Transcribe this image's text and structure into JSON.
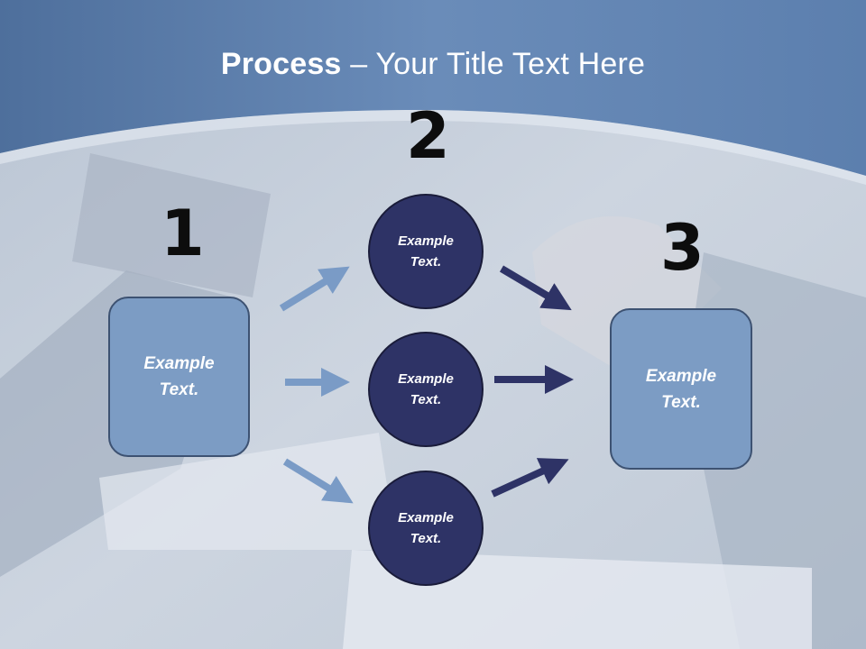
{
  "slide": {
    "title_bold": "Process",
    "title_rest": " – Your Title Text Here"
  },
  "steps": {
    "one": "1",
    "two": "2",
    "three": "3"
  },
  "nodes": {
    "left_box": [
      "Example",
      "Text."
    ],
    "circle_top": [
      "Example",
      "Text."
    ],
    "circle_middle": [
      "Example",
      "Text."
    ],
    "circle_bottom": [
      "Example",
      "Text."
    ],
    "right_box": [
      "Example",
      "Text."
    ]
  },
  "colors": {
    "header_blue": "#5a7fae",
    "box_fill": "#7c9cc4",
    "circle_fill": "#2e3366",
    "light_arrow": "#7a9bc6",
    "dark_arrow": "#2e3366"
  }
}
